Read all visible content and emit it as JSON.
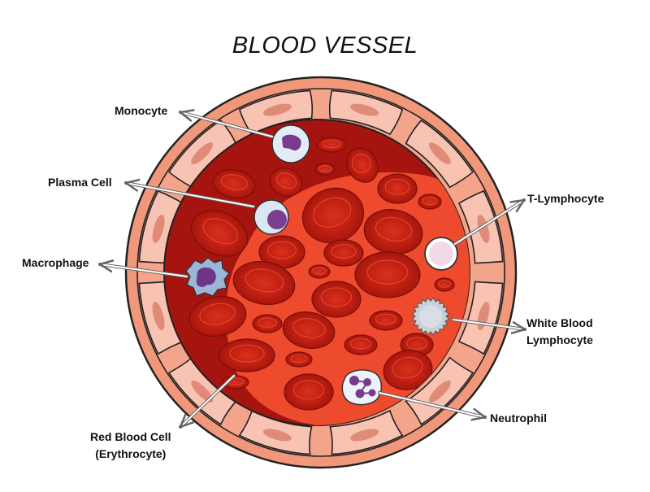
{
  "title": "BLOOD VESSEL",
  "colors": {
    "vessel_outer": "#f1977a",
    "endothelium": "#f5b5a3",
    "lumen_dark": "#a5140f",
    "plasma_light": "#ef4a2f",
    "red_cell": "#c82314",
    "cell_nucleus": "#7d3e8f",
    "cell_body": "#e4ecf6",
    "pointer_line": "#ffffff"
  },
  "labels": {
    "monocyte": "Monocyte",
    "plasma_cell": "Plasma Cell",
    "macrophage": "Macrophage",
    "red_blood_cell_line1": "Red Blood Cell",
    "red_blood_cell_line2": "(Erythrocyte)",
    "t_lymphocyte": "T-Lymphocyte",
    "white_blood_line1": "White Blood",
    "white_blood_line2": "Lymphocyte",
    "neutrophil": "Neutrophil"
  }
}
